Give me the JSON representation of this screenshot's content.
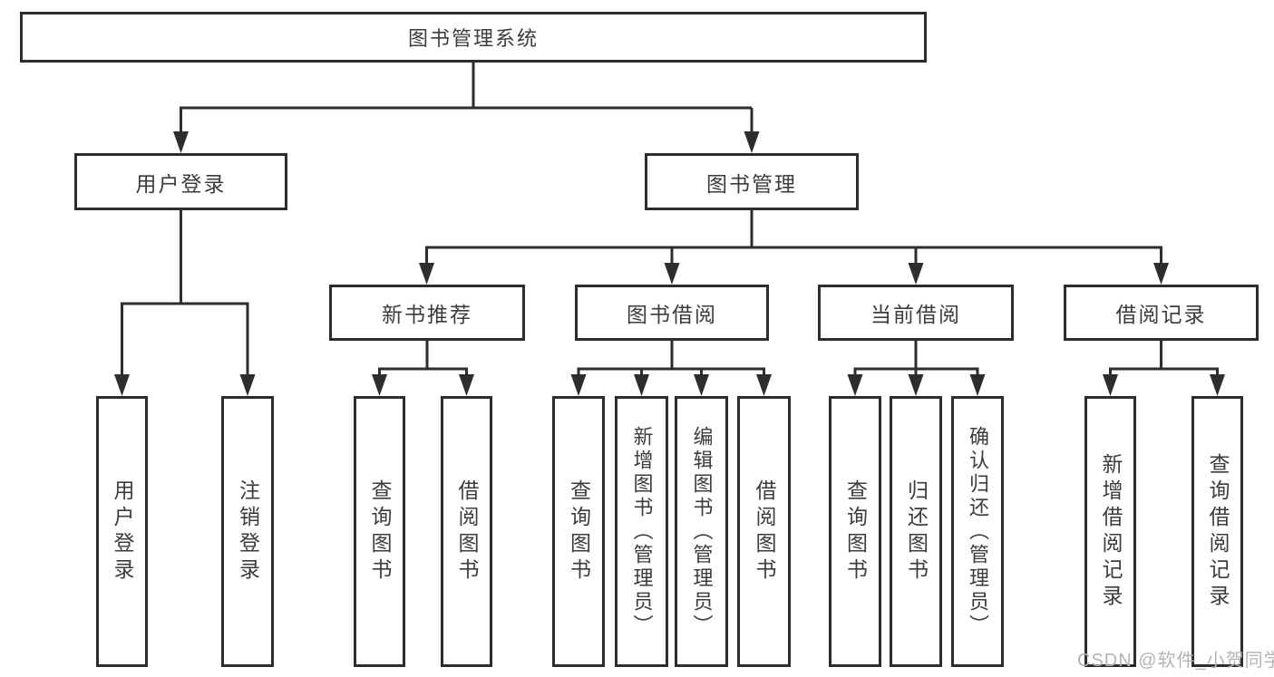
{
  "diagram": {
    "root": {
      "label": "图书管理系统"
    },
    "branches": [
      {
        "label": "用户登录",
        "children": [
          {
            "label": "用户登录"
          },
          {
            "label": "注销登录"
          }
        ]
      },
      {
        "label": "图书管理",
        "children": [
          {
            "label": "新书推荐",
            "children": [
              {
                "label": "查询图书"
              },
              {
                "label": "借阅图书"
              }
            ]
          },
          {
            "label": "图书借阅",
            "children": [
              {
                "label": "查询图书"
              },
              {
                "label": "新增图书（管理员）"
              },
              {
                "label": "编辑图书（管理员）"
              },
              {
                "label": "借阅图书"
              }
            ]
          },
          {
            "label": "当前借阅",
            "children": [
              {
                "label": "查询图书"
              },
              {
                "label": "归还图书"
              },
              {
                "label": "确认归还（管理员）"
              }
            ]
          },
          {
            "label": "借阅记录",
            "children": [
              {
                "label": "新增借阅记录"
              },
              {
                "label": "查询借阅记录"
              }
            ]
          }
        ]
      }
    ]
  },
  "watermark": {
    "text": "CSDN @软件_小贺同学"
  },
  "style": {
    "line_color": "#2d2d2d",
    "text_color": "#3c3c3c",
    "background": "#ffffff",
    "watermark_color": "#b4b4b4"
  }
}
